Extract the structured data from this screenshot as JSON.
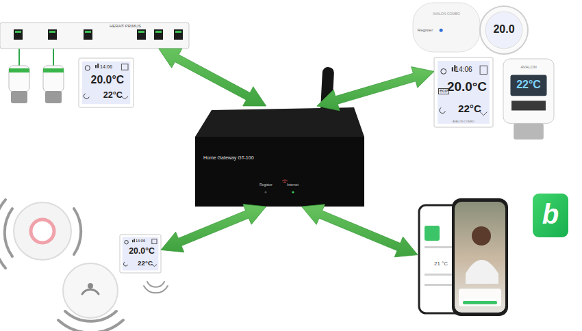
{
  "diagram": {
    "nodes": [
      {
        "text": [
          "HERA® PRIMUS"
        ]
      },
      {
        "text": [
          "AVALON COMBO",
          "Register"
        ]
      },
      {
        "text": [
          "20.0"
        ]
      },
      {
        "text": [
          "14:06",
          "20.0°C",
          "22°C"
        ]
      },
      {
        "text": [
          "14:06",
          "20.0°C",
          "22°C",
          "eco",
          "AVALON COMBO"
        ]
      },
      {
        "text": [
          "AVALON",
          "22°C"
        ]
      },
      {
        "text": [
          "Home Gateway GT-100",
          "Register",
          "Internet"
        ]
      },
      {
        "text": [
          "14:06",
          "20.0°C",
          "22°C"
        ]
      },
      {
        "text": [
          "21 °C"
        ]
      },
      {
        "text": [
          "b"
        ]
      }
    ],
    "edges": [
      {
        "from": 6,
        "to": 0,
        "arrow": "both"
      },
      {
        "from": 6,
        "to": 4,
        "arrow": "both"
      },
      {
        "from": 6,
        "to": 7,
        "arrow": "both"
      },
      {
        "from": 6,
        "to": 8,
        "arrow": "both"
      }
    ]
  }
}
